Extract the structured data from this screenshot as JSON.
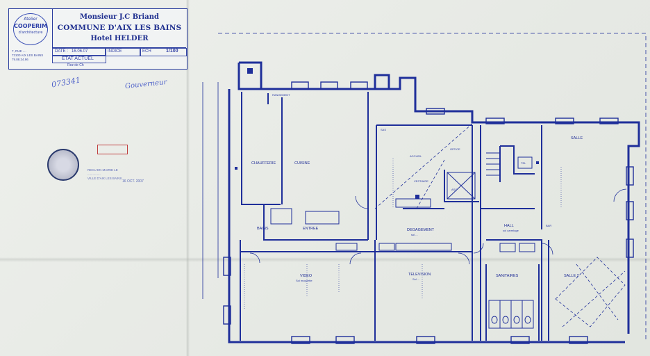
{
  "title_block": {
    "client": "Monsieur J.C Briand",
    "commune": "COMMUNE D'AIX LES BAINS",
    "project": "Hotel HELDER",
    "stamp_line1": "Atelier",
    "stamp_name": "COOPERIM",
    "stamp_line2": "d'architecture",
    "address": [
      "7, RUE ....",
      "73100 AIX LES BAINS",
      "79.88.34.96"
    ],
    "row_date_label": "DATE :",
    "row_date_value": "16.06.07",
    "row_index_label": "INDICE",
    "row_scale_label": "ECH",
    "row_scale_value": "1/100",
    "row_state": "ETAT ACTUEL",
    "row_level": "Rez de Ch"
  },
  "handwritten": {
    "number": "073341",
    "signature": "Gouverneur"
  },
  "stamps": {
    "red_text": "",
    "date_stamp": "16 OCT. 2007",
    "stamp_lines": [
      "RECU EN MAIRIE LE",
      "...............",
      "VILLE D'AIX LES BAINS"
    ]
  },
  "rooms": {
    "chaufferie": "CHAUFFERIE",
    "cuisine": "CUISINE",
    "bains": "BAINS",
    "entree": "ENTREE",
    "degagement": "DEGAGEMENT",
    "degagement_sub": "sol ...",
    "video": "VIDEO",
    "video_sub": "Sol moquette",
    "television": "TELEVISION",
    "television_sub": "Sol ...",
    "hall": "HALL",
    "hall_sub": "sol carrelage",
    "salle": "SALLE",
    "salle_2": "SALLE 2",
    "sanitaires": "SANITAIRES",
    "office": "OFFICE",
    "asc": "ASC",
    "bar": "BAR",
    "tel": "TEL",
    "sas": "SAS",
    "vestiaire": "VESTIAIRE",
    "rangement": "RANGEMENT",
    "accueil": "ACCUEIL"
  },
  "colors": {
    "ink": "#1f2f9a",
    "paper": "#e9ece8",
    "red_stamp": "#c03c3c"
  }
}
